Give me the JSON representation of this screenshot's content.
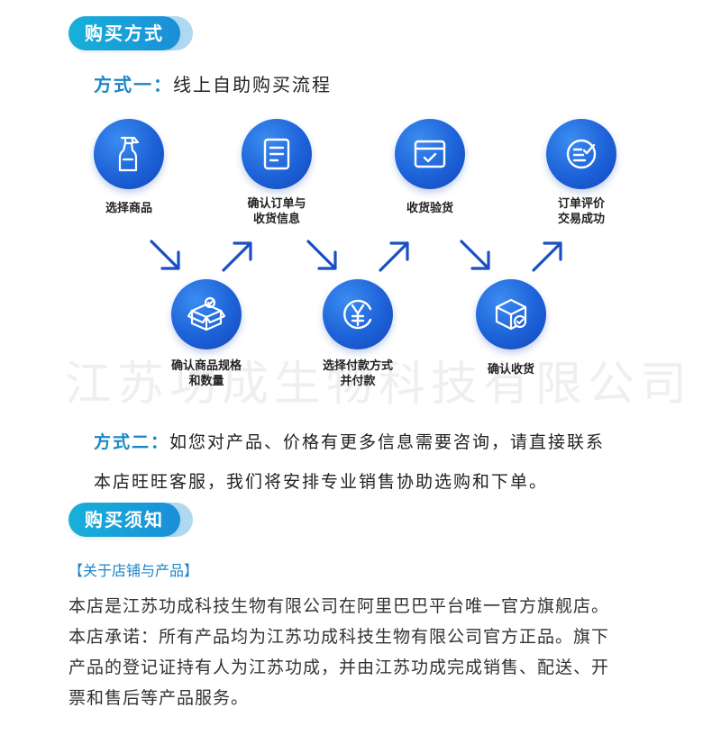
{
  "section1": {
    "title": "购买方式"
  },
  "method1": {
    "label": "方式一：",
    "text": "线上自助购买流程"
  },
  "steps_top": [
    {
      "label": "选择商品",
      "icon": "spray-bottle-icon"
    },
    {
      "label": "确认订单与\n收货信息",
      "icon": "document-icon"
    },
    {
      "label": "收货验货",
      "icon": "inbox-check-icon"
    },
    {
      "label": "订单评价\n交易成功",
      "icon": "checklist-icon"
    }
  ],
  "steps_bottom": [
    {
      "label": "确认商品规格\n和数量",
      "icon": "open-box-icon"
    },
    {
      "label": "选择付款方式\n并付款",
      "icon": "yen-icon"
    },
    {
      "label": "确认收货",
      "icon": "box-check-icon"
    }
  ],
  "watermark": "江苏功成生物科技有限公司",
  "method2": {
    "label": "方式二：",
    "line1": "如您对产品、价格有更多信息需要咨询，请直接联系",
    "line2": "本店旺旺客服，我们将安排专业销售协助选购和下单。"
  },
  "section2": {
    "title": "购买须知"
  },
  "notice": {
    "tag": "【关于店铺与产品】",
    "lines": [
      "本店是江苏功成科技生物有限公司在阿里巴巴平台唯一官方旗舰店。",
      "本店承诺：所有产品均为江苏功成科技生物有限公司官方正品。旗下",
      "产品的登记证持有人为江苏功成，并由江苏功成完成销售、配送、开",
      "票和售后等产品服务。"
    ]
  },
  "colors": {
    "accent": "#1a86c9",
    "circle": "#1d62d8",
    "arrow": "#1a4fc4"
  }
}
